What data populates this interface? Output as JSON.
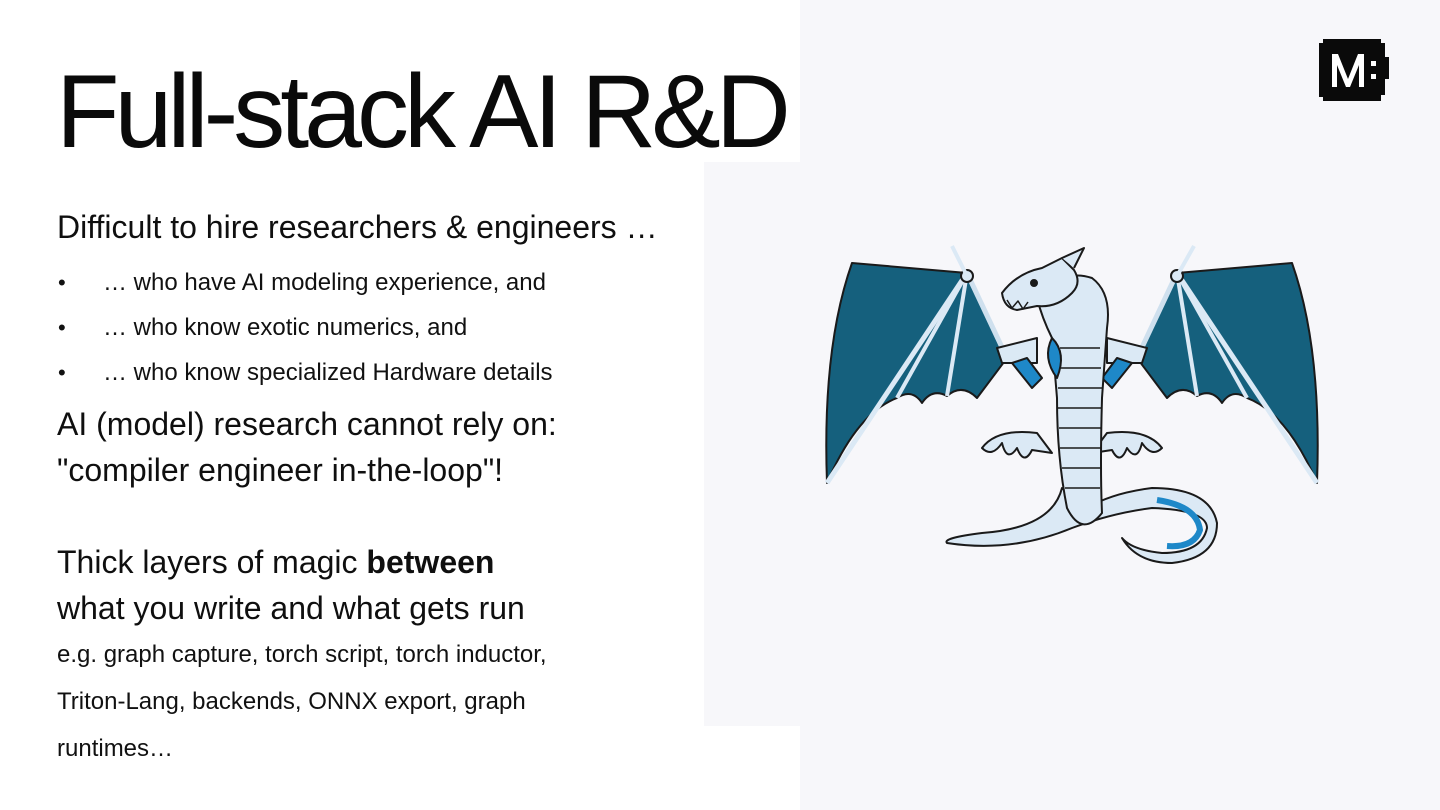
{
  "slide": {
    "title": "Full-stack AI R&D",
    "hire": {
      "heading": "Difficult to hire researchers & engineers …",
      "bullets": [
        "… who have AI modeling experience, and",
        "… who know exotic numerics, and",
        "… who know specialized Hardware details"
      ]
    },
    "research": {
      "line1": "AI (model) research cannot rely on:",
      "line2": "\"compiler engineer in-the-loop\"!"
    },
    "magic": {
      "part1": "Thick layers of magic ",
      "bold": "between",
      "line2": "what you write and what gets run",
      "examples": "e.g. graph capture, torch script, torch inductor, Triton-Lang, backends, ONNX export, graph runtimes…"
    },
    "colors": {
      "panel_bg": "#f7f7fa",
      "dragon_wing": "#15607d",
      "dragon_body": "#dbe9f5",
      "dragon_accent": "#1e88c8",
      "logo_bg": "#0a0a0a"
    },
    "icons": {
      "logo": "modular-logo-icon",
      "illustration": "llvm-dragon-icon"
    }
  }
}
